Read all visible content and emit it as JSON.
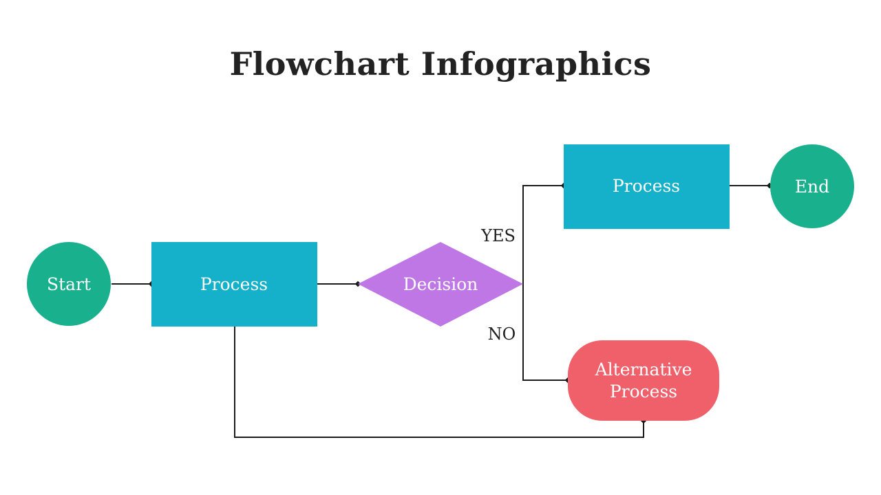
{
  "title": "Flowchart Infographics",
  "colors": {
    "terminal": "#19b08e",
    "process": "#15b1ca",
    "decision": "#c077e6",
    "alternative": "#f0606b",
    "connector": "#1a1a1a",
    "title": "#222222"
  },
  "nodes": {
    "start": "Start",
    "process_1": "Process",
    "decision": "Decision",
    "process_2": "Process",
    "end": "End",
    "alternative_line_1": "Alternative",
    "alternative_line_2": "Process"
  },
  "edges": {
    "yes_label": "YES",
    "no_label": "NO"
  }
}
